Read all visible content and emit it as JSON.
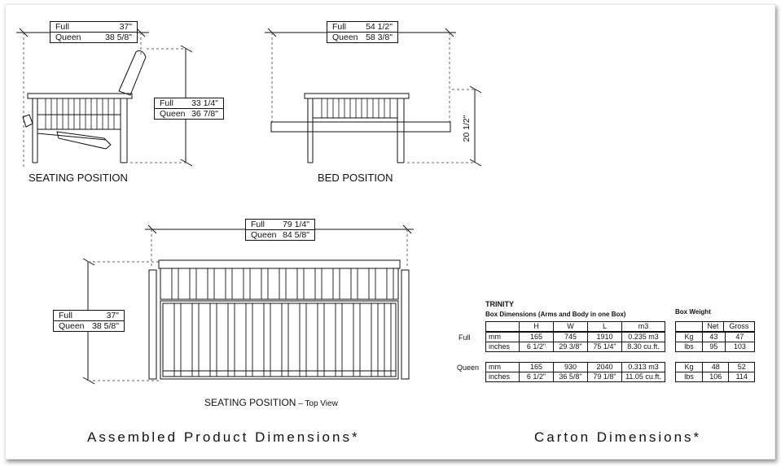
{
  "seating_side": {
    "caption": "SEATING POSITION",
    "width": {
      "full_label": "Full",
      "full_value": "37\"",
      "queen_label": "Queen",
      "queen_value": "38 5/8\""
    },
    "height": {
      "full_label": "Full",
      "full_value": "33 1/4\"",
      "queen_label": "Queen",
      "queen_value": "36 7/8\""
    }
  },
  "bed_side": {
    "caption": "BED POSITION",
    "width": {
      "full_label": "Full",
      "full_value": "54 1/2\"",
      "queen_label": "Queen",
      "queen_value": "58 3/8\""
    },
    "height_label": "20 1/2\""
  },
  "seating_top": {
    "caption_main": "SEATING POSITION",
    "caption_sub": " – Top View",
    "width": {
      "full_label": "Full",
      "full_value": "79 1/4\"",
      "queen_label": "Queen",
      "queen_value": "84 5/8\""
    },
    "depth": {
      "full_label": "Full",
      "full_value": "37\"",
      "queen_label": "Queen",
      "queen_value": "38 5/8\""
    }
  },
  "carton": {
    "product": "TRINITY",
    "box_dims_title": "Box Dimensions (Arms and Body in one Box)",
    "box_weight_title": "Box Weight",
    "dim_headers": [
      "H",
      "W",
      "L",
      "m3"
    ],
    "weight_headers": [
      "Net",
      "Gross"
    ],
    "sizes": [
      {
        "name": "Full",
        "rows": [
          {
            "unit": "mm",
            "H": "165",
            "W": "745",
            "L": "1910",
            "m3": "0.235 m3"
          },
          {
            "unit": "inches",
            "H": "6 1/2\"",
            "W": "29 3/8\"",
            "L": "75 1/4\"",
            "m3": "8.30 cu.ft."
          }
        ],
        "weights": [
          {
            "unit": "Kg",
            "net": "43",
            "gross": "47"
          },
          {
            "unit": "lbs",
            "net": "95",
            "gross": "103"
          }
        ]
      },
      {
        "name": "Queen",
        "rows": [
          {
            "unit": "mm",
            "H": "165",
            "W": "930",
            "L": "2040",
            "m3": "0.313 m3"
          },
          {
            "unit": "inches",
            "H": "6 1/2\"",
            "W": "36 5/8\"",
            "L": "79 1/8\"",
            "m3": "11.05 cu.ft."
          }
        ],
        "weights": [
          {
            "unit": "Kg",
            "net": "48",
            "gross": "52"
          },
          {
            "unit": "lbs",
            "net": "106",
            "gross": "114"
          }
        ]
      }
    ]
  },
  "footer": {
    "assembled": "Assembled Product Dimensions*",
    "carton": "Carton Dimensions*"
  }
}
